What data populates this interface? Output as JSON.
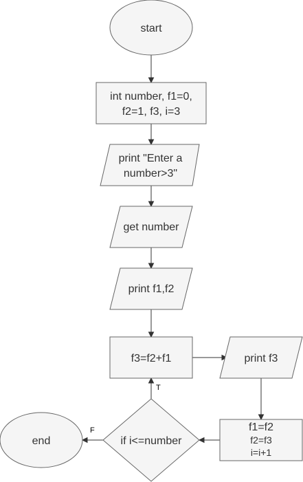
{
  "nodes": {
    "start": "start",
    "declare": [
      "int number, f1=0,",
      "f2=1, f3, i=3"
    ],
    "prompt": [
      "print \"Enter a",
      "number>3\""
    ],
    "get_number": "get number",
    "print_f1_f2": "print f1,f2",
    "compute": "f3=f2+f1",
    "print_f3": "print f3",
    "update": [
      "f1=f2",
      "f2=f3",
      "i=i+1"
    ],
    "decision": "if i<=number",
    "end": "end"
  },
  "edge_labels": {
    "true": "T",
    "false": "F"
  },
  "colors": {
    "shape_fill": "#f5f5f5",
    "shape_stroke": "#666666",
    "edge": "#333333",
    "text": "#333333"
  }
}
